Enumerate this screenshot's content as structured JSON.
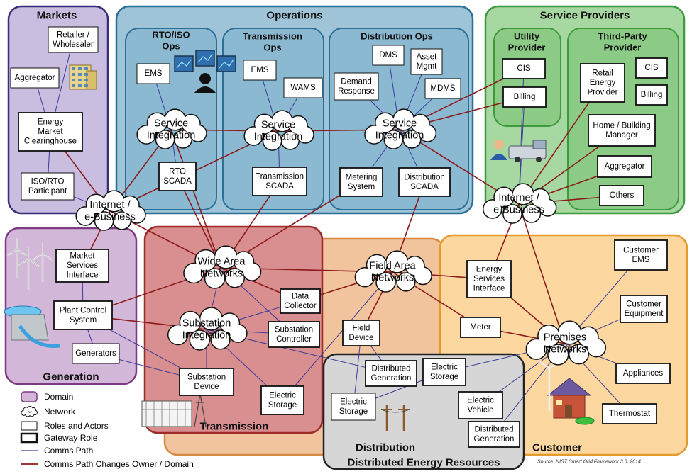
{
  "domains": {
    "markets": {
      "title": "Markets",
      "color": "#c9bde0",
      "stroke": "#3a2d7a"
    },
    "operations": {
      "title": "Operations",
      "color": "#9fc4d8",
      "stroke": "#2b6f99"
    },
    "rto_iso": {
      "title": [
        "RTO/ISO",
        "Ops"
      ]
    },
    "transmission_ops": {
      "title": [
        "Transmission",
        "Ops"
      ]
    },
    "distribution_ops": {
      "title": [
        "Distribution Ops"
      ]
    },
    "service_providers": {
      "title": "Service Providers",
      "color": "#a8d8a2",
      "stroke": "#3d9a3d"
    },
    "utility_provider": {
      "title": [
        "Utility",
        "Provider"
      ]
    },
    "third_party": {
      "title": [
        "Third-Party",
        "Provider"
      ]
    },
    "generation": {
      "title": "Generation",
      "color": "#d3b7d8",
      "stroke": "#7b3a82"
    },
    "transmission": {
      "title": "Transmission",
      "color": "#d98f8f",
      "stroke": "#9e2a2a"
    },
    "distribution": {
      "title": "Distribution",
      "color": "#f2c49e",
      "stroke": "#d58a44"
    },
    "customer": {
      "title": "Customer",
      "color": "#fcd79f",
      "stroke": "#e59a2c"
    },
    "der": {
      "title": "Distributed Energy Resources",
      "color": "#d6d6d6",
      "stroke": "#222222"
    }
  },
  "nodes": {
    "retailer": [
      "Retailer /",
      "Wholesaler"
    ],
    "aggregator_m": [
      "Aggregator"
    ],
    "energy_market": [
      "Energy",
      "Market",
      "Clearinghouse"
    ],
    "iso_rto": [
      "ISO/RTO",
      "Participant"
    ],
    "ems_rto": [
      "EMS"
    ],
    "rto_scada": [
      "RTO",
      "SCADA"
    ],
    "ems_trans": [
      "EMS"
    ],
    "wams": [
      "WAMS"
    ],
    "trans_scada": [
      "Transmission",
      "SCADA"
    ],
    "dms": [
      "DMS"
    ],
    "asset_mgmt": [
      "Asset",
      "Mgmt"
    ],
    "demand_response": [
      "Demand",
      "Response"
    ],
    "mdms": [
      "MDMS"
    ],
    "metering_system": [
      "Metering",
      "System"
    ],
    "dist_scada": [
      "Distribution",
      "SCADA"
    ],
    "cis_u": [
      "CIS"
    ],
    "billing_u": [
      "Billing"
    ],
    "retail_provider": [
      "Retail",
      "Energy",
      "Provider"
    ],
    "cis_t": [
      "CIS"
    ],
    "billing_t": [
      "Billing"
    ],
    "home_manager": [
      "Home / Building",
      "Manager"
    ],
    "aggregator_sp": [
      "Aggregator"
    ],
    "others": [
      "Others"
    ],
    "market_services": [
      "Market",
      "Services",
      "Interface"
    ],
    "plant_control": [
      "Plant Control",
      "System"
    ],
    "generators": [
      "Generators"
    ],
    "data_collector": [
      "Data",
      "Collector"
    ],
    "substation_controller": [
      "Substation",
      "Controller"
    ],
    "substation_device": [
      "Substation",
      "Device"
    ],
    "electric_storage_t": [
      "Electric",
      "Storage"
    ],
    "field_device": [
      "Field",
      "Device"
    ],
    "dist_gen_d": [
      "Distributed",
      "Generation"
    ],
    "electric_storage_d": [
      "Electric",
      "Storage"
    ],
    "electric_storage_c": [
      "Electric",
      "Storage"
    ],
    "electric_vehicle": [
      "Electric",
      "Vehicle"
    ],
    "dist_gen_c": [
      "Distributed",
      "Generation"
    ],
    "esi": [
      "Energy",
      "Services",
      "Interface"
    ],
    "meter": [
      "Meter"
    ],
    "customer_ems": [
      "Customer",
      "EMS"
    ],
    "customer_equipment": [
      "Customer",
      "Equipment"
    ],
    "appliances": [
      "Appliances"
    ],
    "thermostat": [
      "Thermostat"
    ]
  },
  "clouds": {
    "svc_rto": [
      "Service",
      "Integration"
    ],
    "svc_trans": [
      "Service",
      "Integration"
    ],
    "svc_dist": [
      "Service",
      "Integration"
    ],
    "internet_m": [
      "Internet /",
      "e-Business"
    ],
    "internet_sp": [
      "Internet /",
      "e-Business"
    ],
    "wan": [
      "Wide Area",
      "Networks"
    ],
    "fan": [
      "Field Area",
      "Networks"
    ],
    "sub_int": [
      "Substation",
      "Integration"
    ],
    "premises": [
      "Premises",
      "Networks"
    ]
  },
  "legend": {
    "domain": "Domain",
    "network": "Network",
    "roles": "Roles and Actors",
    "gateway": "Gateway Role",
    "comms": "Comms Path",
    "comms_owner": "Comms Path Changes Owner / Domain"
  },
  "colors": {
    "comms_path": "#3b3b9a",
    "comms_owner": "#8b1a1a"
  },
  "icons": {
    "market_building": "office-building-icon",
    "ops_operator": "operator-at-monitors-icon",
    "service_tech": "technician-with-truck-icon",
    "wind_turbines": "wind-turbine-icon",
    "hydro_dam": "hydro-dam-icon",
    "substation": "substation-icon",
    "power_pole": "power-pole-icon",
    "house": "smart-home-icon"
  },
  "source": "Source:  NIST Smart Grid Framework 3.0, 2014"
}
